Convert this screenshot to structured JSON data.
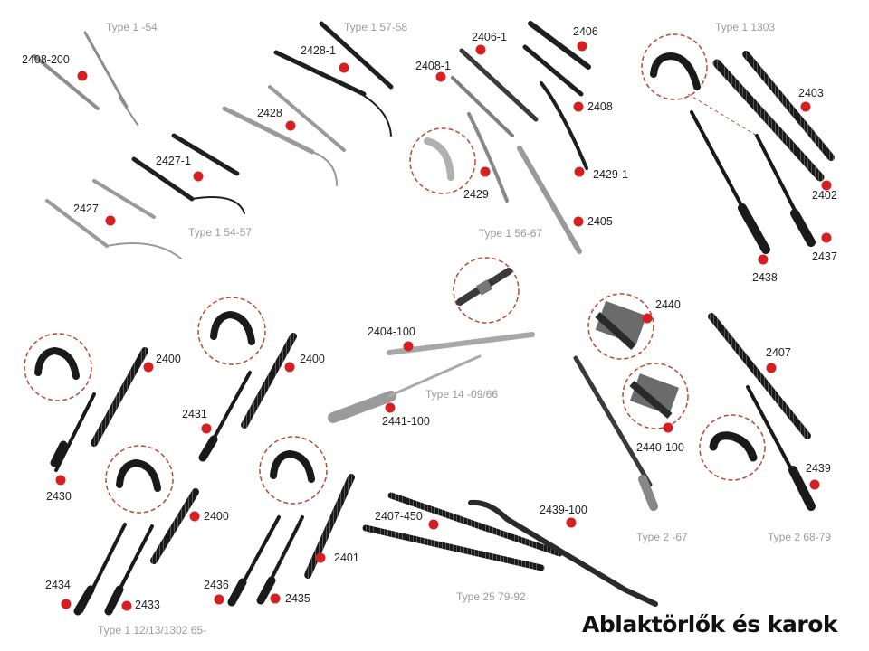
{
  "title": "Ablaktörlők és karok",
  "colors": {
    "dot": "#d42020",
    "circle": "#b84a30",
    "blade_dark": "#1a1a1a",
    "blade_silver": "#9a9a9a",
    "group_text": "#9a9a9a"
  },
  "groups": [
    "Type 1 -54",
    "Type 1 57-58",
    "Type 1 1303",
    "Type 1 54-57",
    "Type 1 56-67",
    "Type 14 -09/66",
    "Type 2 -67",
    "Type 2 68-79",
    "Type 25 79-92",
    "Type 1 12/13/1302 65-"
  ],
  "parts": [
    "2408-200",
    "2428-1",
    "2428",
    "2427-1",
    "2427",
    "2406-1",
    "2408-1",
    "2406",
    "2408",
    "2429-1",
    "2429",
    "2405",
    "2403",
    "2402",
    "2437",
    "2438",
    "2404-100",
    "2441-100",
    "2400",
    "2430",
    "2431",
    "2400",
    "2400",
    "2434",
    "2433",
    "2436",
    "2435",
    "2401",
    "2440",
    "2440-100",
    "2407",
    "2439",
    "2407-450",
    "2439-100"
  ]
}
